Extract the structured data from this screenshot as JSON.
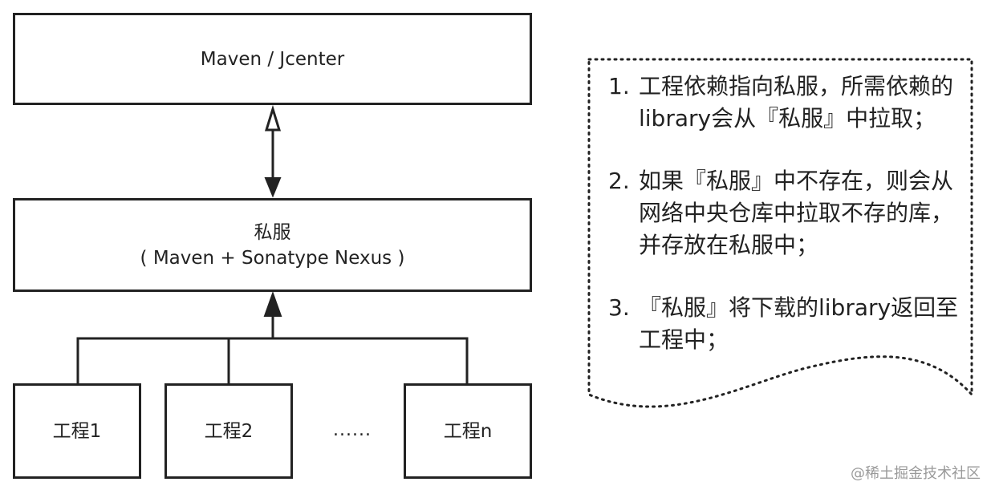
{
  "boxes": {
    "repo": "Maven / Jcenter",
    "private_title": "私服",
    "private_sub": "( Maven + Sonatype Nexus )",
    "project1": "工程1",
    "project2": "工程2",
    "projectn": "工程n"
  },
  "ellipsis": "......",
  "notes": [
    {
      "num": "1.",
      "text": "工程依赖指向私服，所需依赖的library会从『私服』中拉取；"
    },
    {
      "num": "2.",
      "text": "如果『私服』中不存在，则会从网络中央仓库中拉取不存的库，并存放在私服中；"
    },
    {
      "num": "3.",
      "text": "『私服』将下载的library返回至工程中；"
    }
  ],
  "watermark": "@稀土掘金技术社区",
  "colors": {
    "stroke": "#222222",
    "watermark": "#9a9a9a"
  }
}
